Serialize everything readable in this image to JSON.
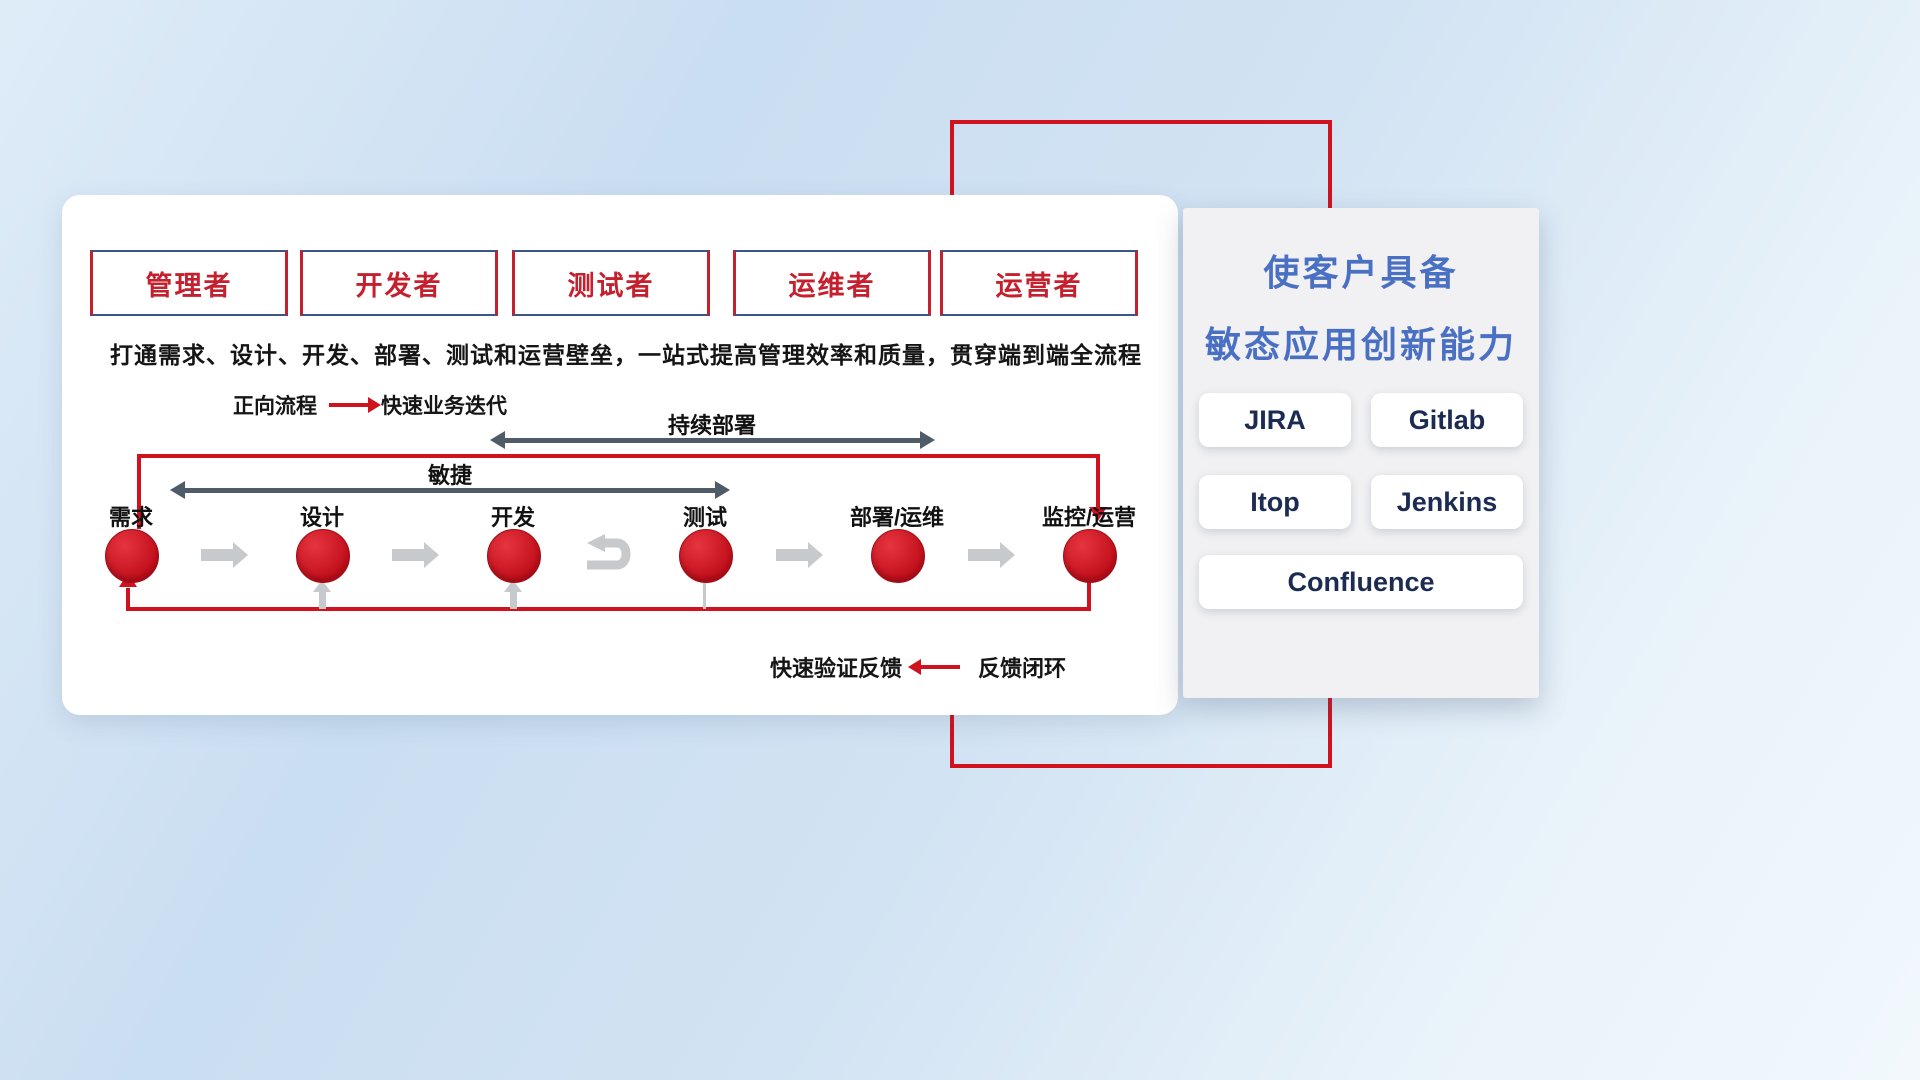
{
  "roles": [
    "管理者",
    "开发者",
    "测试者",
    "运维者",
    "运营者"
  ],
  "subtitle": "打通需求、设计、开发、部署、测试和运营壁垒，一站式提高管理效率和质量，贯穿端到端全流程",
  "legend_forward": {
    "label": "正向流程",
    "desc": "快速业务迭代"
  },
  "legend_feedback": {
    "label": "快速验证反馈",
    "desc": "反馈闭环"
  },
  "flow": {
    "stages": [
      "需求",
      "设计",
      "开发",
      "测试",
      "部署/运维",
      "监控/运营"
    ],
    "continuous_deploy_label": "持续部署",
    "agile_label": "敏捷"
  },
  "right_panel": {
    "title_line1": "使客户具备",
    "title_line2": "敏态应用创新能力",
    "tools": [
      "JIRA",
      "Gitlab",
      "Itop",
      "Jenkins",
      "Confluence"
    ]
  },
  "colors": {
    "accent_red": "#d0121f",
    "text_red": "#c5202e",
    "title_blue": "#4a70c4",
    "tool_text": "#1b2b52",
    "arrow_gray": "#c7cacd",
    "span_arrow_gray": "#505b69"
  }
}
